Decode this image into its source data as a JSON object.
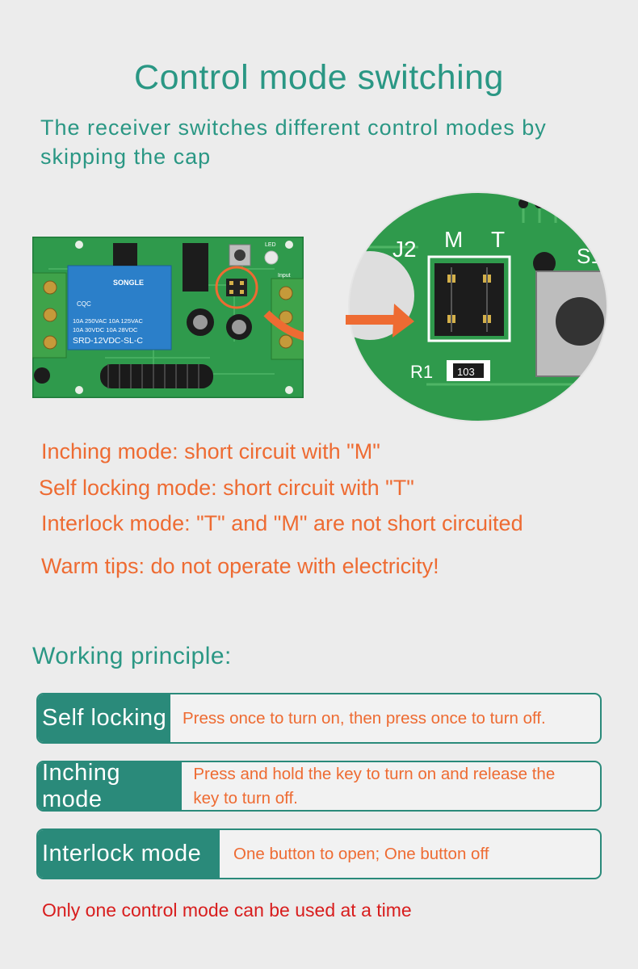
{
  "header": {
    "title": "Control mode switching",
    "subtitle": "The receiver switches different control modes by skipping the cap"
  },
  "board": {
    "relay_brand": "SONGLE",
    "relay_spec_1": "10A 250VAC  10A 125VAC",
    "relay_spec_2": "10A 30VDC  10A 28VDC",
    "relay_model": "SRD-12VDC-SL-C",
    "relay_cert": "CQC",
    "led_label": "LED",
    "input_label": "Input"
  },
  "zoom": {
    "jumper_label": "J2",
    "pin_m": "M",
    "pin_t": "T",
    "resistor_label": "R1",
    "resistor_value": "103",
    "switch_label": "S1"
  },
  "modes": {
    "inching": "Inching mode: short circuit with \"M\"",
    "self_locking": "Self locking mode: short circuit with \"T\"",
    "interlock": "Interlock mode: \"T\" and \"M\" are not short circuited",
    "warm_tips": "Warm tips: do not operate with electricity!"
  },
  "principle": {
    "title": "Working principle:",
    "rows": [
      {
        "label": "Self locking",
        "desc": "Press once to turn on, then press once to turn off."
      },
      {
        "label": "Inching mode",
        "desc": "Press and hold the key to turn on and release the key to turn off."
      },
      {
        "label": "Interlock mode",
        "desc": "One button to open; One button off"
      }
    ],
    "note": "Only one control mode can be used at a time"
  },
  "colors": {
    "teal": "#2a9784",
    "orange": "#ee6b32",
    "red": "#d81d1d",
    "pcb_green": "#2f9a4c"
  }
}
